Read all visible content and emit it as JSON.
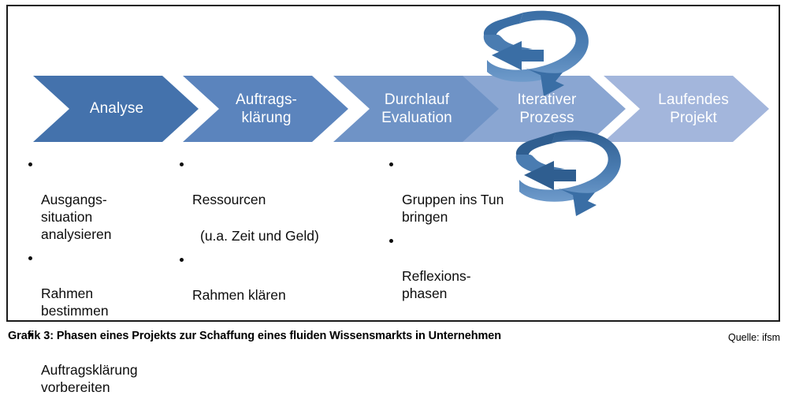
{
  "figure": {
    "caption": "Grafik 3: Phasen eines Projekts zur Schaffung eines fluiden Wissensmarkts in Unternehmen",
    "source": "Quelle: ifsm"
  },
  "colors": {
    "chevron_1": "#4472ac",
    "chevron_2": "#5b84bd",
    "chevron_3": "#6f93c6",
    "chevron_4": "#8aa6d2",
    "chevron_5": "#a3b6dc",
    "arrow_dark": "#3a6ea5",
    "arrow_light": "#6f9bcb",
    "text_on_chevron": "#ffffff",
    "body_text": "#0d0d0d",
    "frame_border": "#1a1a1a"
  },
  "phases": [
    {
      "label": "Analyse",
      "color_key": "chevron_1"
    },
    {
      "label": "Auftrags-\nklärung",
      "color_key": "chevron_2"
    },
    {
      "label": "Durchlauf\nEvaluation",
      "color_key": "chevron_3"
    },
    {
      "label": "Iterativer\nProzess",
      "color_key": "chevron_4"
    },
    {
      "label": "Laufendes\nProjekt",
      "color_key": "chevron_5"
    }
  ],
  "bullet_columns": [
    {
      "items": [
        {
          "text": "Ausgangs-\nsituation\nanalysieren",
          "marker": true
        },
        {
          "text": "Rahmen\nbestimmen",
          "marker": true
        },
        {
          "text": "Auftragsklärung\nvorbereiten",
          "marker": true
        }
      ]
    },
    {
      "items": [
        {
          "text": "Ressourcen",
          "marker": true
        },
        {
          "text": "(u.a. Zeit und Geld)",
          "marker": false
        },
        {
          "text": "Rahmen klären",
          "marker": true
        }
      ]
    },
    {
      "items": [
        {
          "text": "Gruppen ins Tun\nbringen",
          "marker": true
        },
        {
          "text": "Reflexions-\nphasen",
          "marker": true
        }
      ]
    }
  ],
  "decorations": [
    {
      "name": "iteration-swirl-arrow-top"
    },
    {
      "name": "iteration-swirl-arrow-bottom"
    }
  ]
}
